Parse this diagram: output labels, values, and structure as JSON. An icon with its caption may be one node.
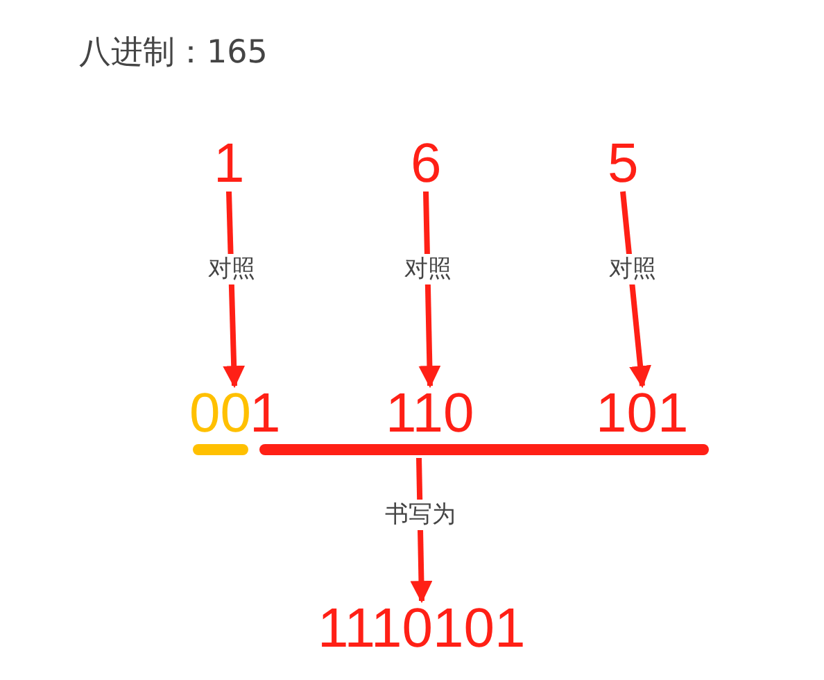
{
  "diagram": {
    "title": "八进制：165",
    "nodes": [
      {
        "text": [
          "1"
        ]
      },
      {
        "text": [
          "6"
        ]
      },
      {
        "text": [
          "5"
        ]
      },
      {
        "text": [
          "00"
        ]
      },
      {
        "text": [
          "1"
        ]
      },
      {
        "text": [
          "110"
        ]
      },
      {
        "text": [
          "101"
        ]
      },
      {
        "text": [],
        "shape": "bar"
      },
      {
        "text": [
          "1110101"
        ]
      }
    ],
    "edges": [
      {
        "from": 0,
        "to": 4,
        "arrow": "to",
        "label": "对照"
      },
      {
        "from": 1,
        "to": 5,
        "arrow": "to",
        "label": "对照"
      },
      {
        "from": 2,
        "to": 6,
        "arrow": "to",
        "label": "对照"
      },
      {
        "from": 7,
        "to": 8,
        "arrow": "to",
        "label": "书写为"
      }
    ]
  }
}
